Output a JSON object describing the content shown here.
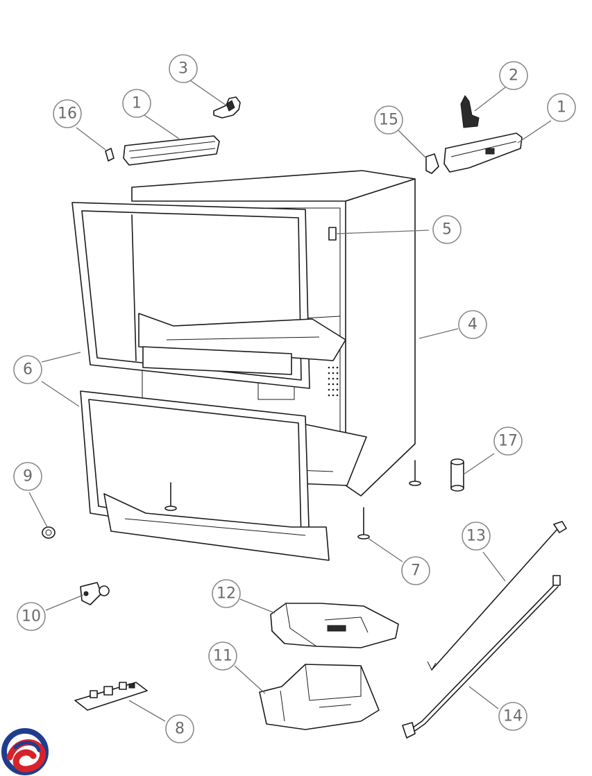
{
  "callouts": {
    "c3": "3",
    "c2": "2",
    "c16": "16",
    "c1a": "1",
    "c15": "15",
    "c1b": "1",
    "c5": "5",
    "c4": "4",
    "c6": "6",
    "c17": "17",
    "c9": "9",
    "c13": "13",
    "c7": "7",
    "c12": "12",
    "c10": "10",
    "c11": "11",
    "c14": "14",
    "c8": "8"
  },
  "logo": {
    "icon": "brand-swirl-logo",
    "colors": [
      "#1f3d8f",
      "#d6232a"
    ]
  }
}
